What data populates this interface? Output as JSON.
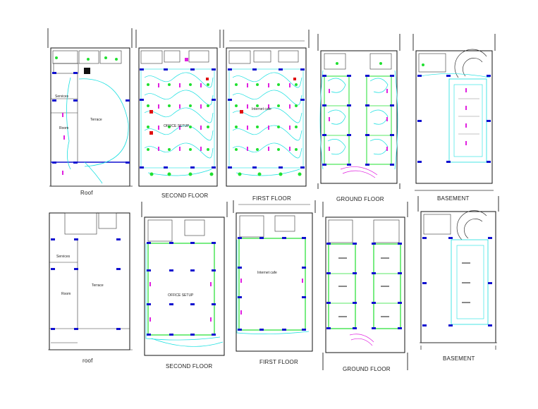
{
  "colors": {
    "wall": "#111111",
    "wiring": "#19e0e0",
    "light": "#20e030",
    "switch": "#e020e0",
    "column": "#1010d0",
    "socket": "#e01010",
    "grey": "#888888"
  },
  "top_row": {
    "roof": {
      "title": "Roof",
      "services": "Services",
      "room": "Room",
      "terrace": "Terrace"
    },
    "second": {
      "title": "SECOND FLOOR",
      "room": "OFFICE SETUP"
    },
    "first": {
      "title": "FIRST FLOOR",
      "room": "Internet cafe"
    },
    "ground": {
      "title": "GROUND FLOOR"
    },
    "basement": {
      "title": "BASEMENT"
    }
  },
  "bottom_row": {
    "roof": {
      "title": "roof",
      "services": "Services",
      "room": "Room",
      "terrace": "Terrace"
    },
    "second": {
      "title": "SECOND FLOOR",
      "room": "OFFICE SETUP"
    },
    "first": {
      "title": "FIRST FLOOR",
      "room": "Internet cafe"
    },
    "ground": {
      "title": "GROUND FLOOR"
    },
    "basement": {
      "title": "BASEMENT"
    }
  }
}
